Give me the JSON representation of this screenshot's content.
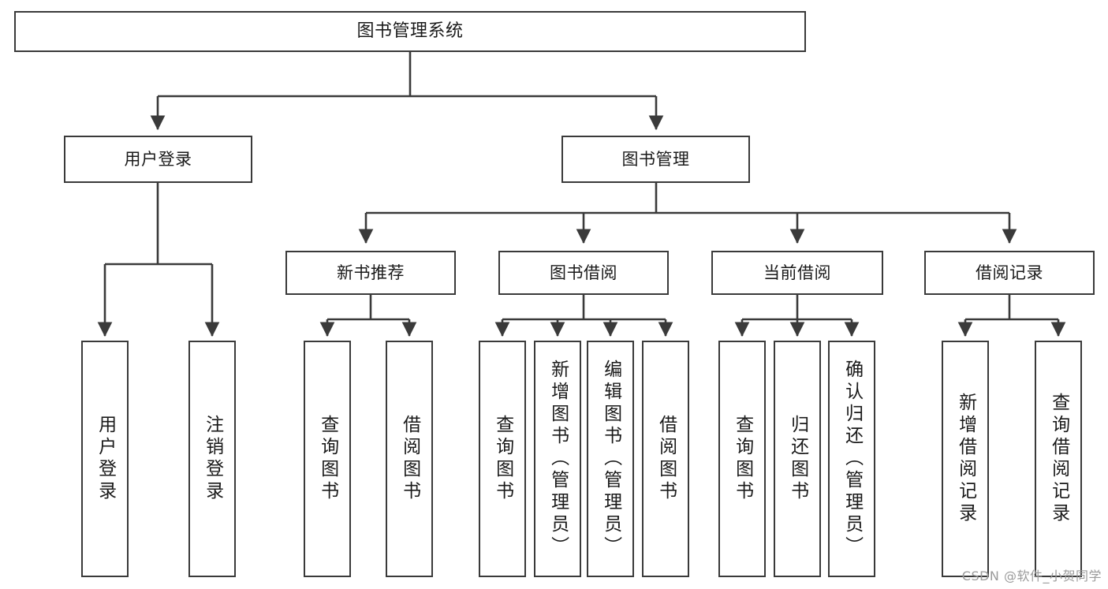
{
  "diagram": {
    "type": "tree-hierarchy",
    "title": "图书管理系统",
    "watermark": "CSDN @软件_小贺同学",
    "colors": {
      "background": "#ffffff",
      "box_border": "#3a3a3a",
      "box_fill": "#ffffff",
      "connector": "#3a3a3a",
      "text": "#1a1a1a",
      "watermark": "#9b9b9b"
    },
    "levels": {
      "root": {
        "label": "图书管理系统"
      },
      "level2": [
        {
          "id": "user-login",
          "label": "用户登录"
        },
        {
          "id": "book-management",
          "label": "图书管理"
        }
      ],
      "level3": [
        {
          "id": "new-book-recommend",
          "label": "新书推荐",
          "parent": "book-management"
        },
        {
          "id": "book-borrow",
          "label": "图书借阅",
          "parent": "book-management"
        },
        {
          "id": "current-borrow",
          "label": "当前借阅",
          "parent": "book-management"
        },
        {
          "id": "borrow-record",
          "label": "借阅记录",
          "parent": "book-management"
        }
      ],
      "leaves": {
        "user-login": [
          {
            "id": "leaf-user-login",
            "label": "用户登录"
          },
          {
            "id": "leaf-user-logout",
            "label": "注销登录"
          }
        ],
        "new-book-recommend": [
          {
            "id": "leaf-query-book-1",
            "label": "查询图书"
          },
          {
            "id": "leaf-borrow-book-1",
            "label": "借阅图书"
          }
        ],
        "book-borrow": [
          {
            "id": "leaf-query-book-2",
            "label": "查询图书"
          },
          {
            "id": "leaf-add-book",
            "label": "新增图书（管理员）"
          },
          {
            "id": "leaf-edit-book",
            "label": "编辑图书（管理员）"
          },
          {
            "id": "leaf-borrow-book-2",
            "label": "借阅图书"
          }
        ],
        "current-borrow": [
          {
            "id": "leaf-query-book-3",
            "label": "查询图书"
          },
          {
            "id": "leaf-return-book",
            "label": "归还图书"
          },
          {
            "id": "leaf-confirm-return",
            "label": "确认归还（管理员）"
          }
        ],
        "borrow-record": [
          {
            "id": "leaf-add-record",
            "label": "新增借阅记录"
          },
          {
            "id": "leaf-query-record",
            "label": "查询借阅记录"
          }
        ]
      }
    }
  }
}
